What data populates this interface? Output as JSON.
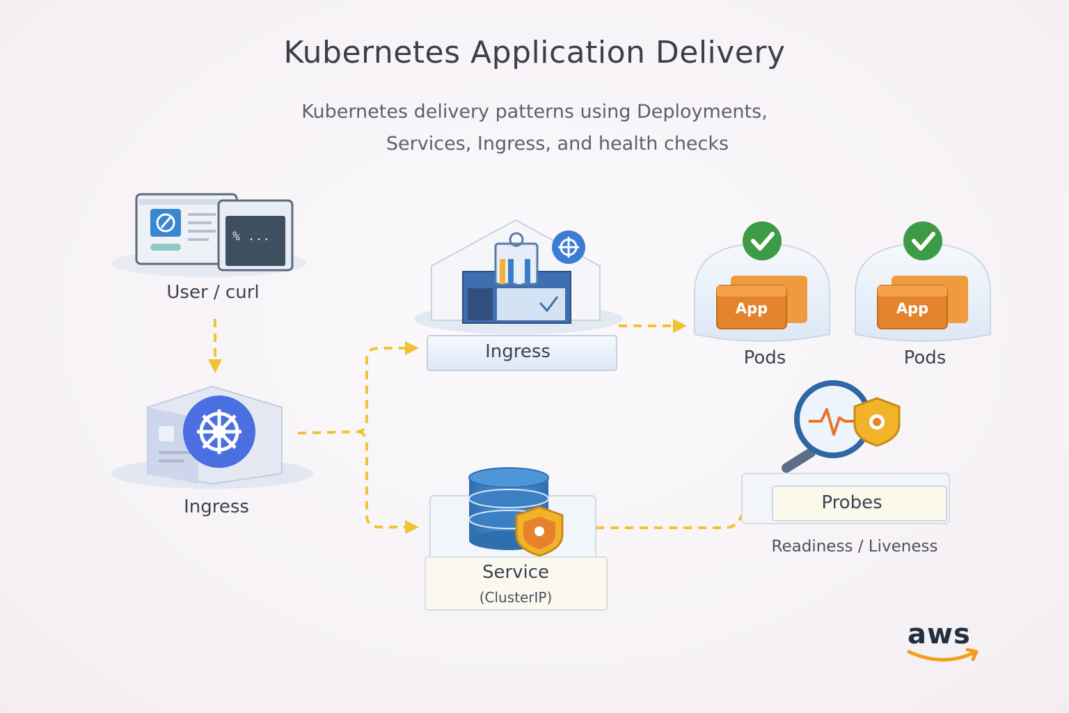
{
  "title": "Kubernetes Application Delivery",
  "subtitle_lines": [
    "Kubernetes delivery patterns using Deployments,",
    "Services, Ingress, and health checks"
  ],
  "nodes": {
    "user": {
      "label": "User / curl"
    },
    "ingress_controller": {
      "label": "Ingress"
    },
    "ingress": {
      "label": "Ingress"
    },
    "pods_1": {
      "label": "Pods",
      "box_label": "App"
    },
    "pods_2": {
      "label": "Pods",
      "box_label": "App"
    },
    "service": {
      "label": "Service",
      "sublabel": "(ClusterIP)"
    },
    "probes": {
      "label": "Probes",
      "sublabel": "Readiness / Liveness"
    }
  },
  "terminal_text": "% ...",
  "logo": "aws",
  "colors": {
    "arrow": "#f2c230",
    "kube_blue": "#4a6fe0",
    "app_orange": "#e98a2c",
    "check_green": "#3d9a45",
    "db_blue": "#3f86c6",
    "shield_gold": "#f1b32a"
  }
}
